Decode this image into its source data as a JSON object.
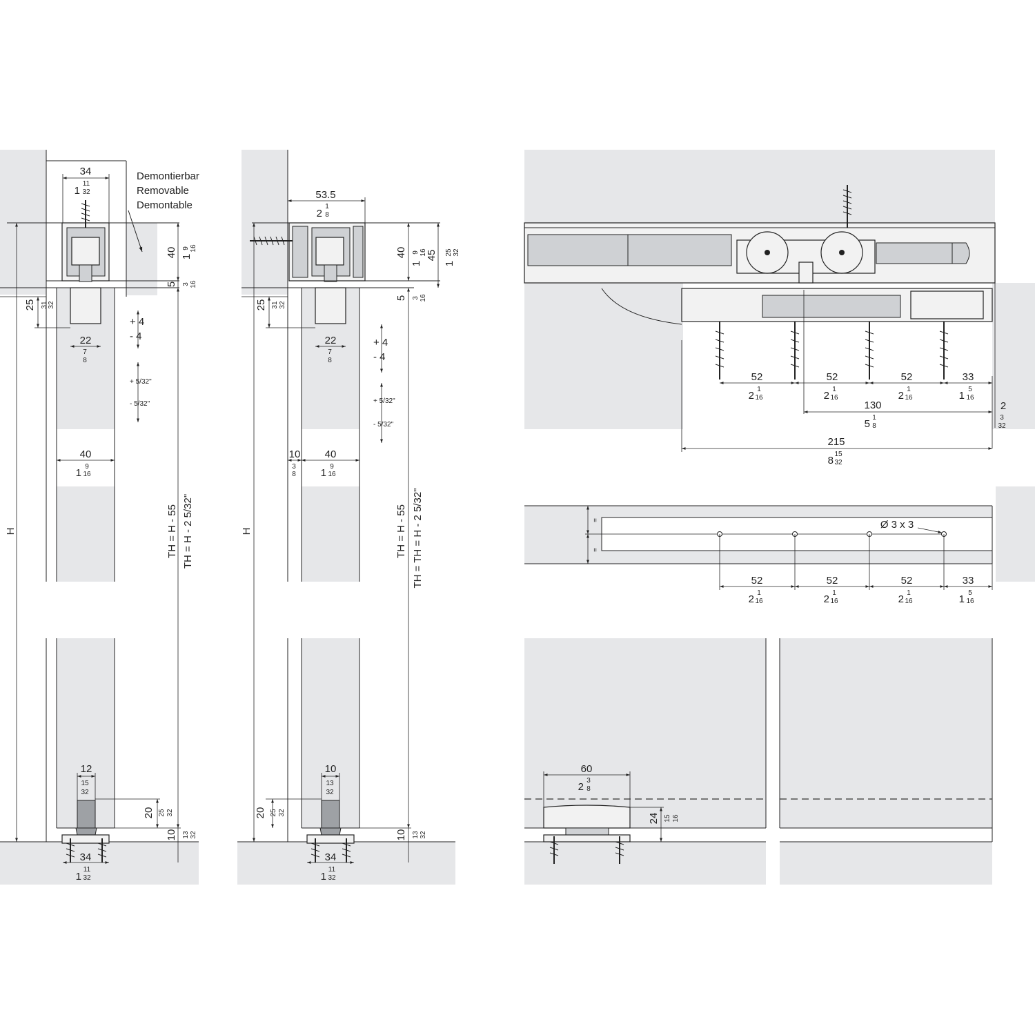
{
  "removable_labels": [
    "Demontierbar",
    "Removable",
    "Demontable"
  ],
  "height_label": "H",
  "left_view": {
    "top_width": {
      "mm": "34",
      "inch": "1",
      "num": "11",
      "den": "32"
    },
    "track_height": {
      "mm": "40",
      "inch": "1",
      "num": "9",
      "den": "16"
    },
    "gap": {
      "mm": "5",
      "inch": "",
      "num": "3",
      "den": "16"
    },
    "guide_depth": {
      "mm": "25",
      "inch": "",
      "num": "31",
      "den": "32"
    },
    "guide_width": {
      "mm": "22",
      "inch": "",
      "num": "7",
      "den": "8"
    },
    "adjust_mm_plus": "+ 4",
    "adjust_mm_minus": "- 4",
    "adjust_in_plus": "+ 5/32\"",
    "adjust_in_minus": "- 5/32\"",
    "door_width": {
      "mm": "40",
      "inch": "1",
      "num": "9",
      "den": "16"
    },
    "th_mm": "TH = H - 55",
    "th_in": "TH = H - 2 5/32\"",
    "floor_guide_width": {
      "mm": "12",
      "inch": "",
      "num": "15",
      "den": "32"
    },
    "floor_guide_height": {
      "mm": "20",
      "inch": "",
      "num": "25",
      "den": "32"
    },
    "floor_gap": {
      "mm": "10",
      "inch": "",
      "num": "13",
      "den": "32"
    },
    "floor_base": {
      "mm": "34",
      "inch": "1",
      "num": "11",
      "den": "32"
    }
  },
  "middle_view": {
    "track_width": {
      "mm": "53.5",
      "inch": "2",
      "num": "1",
      "den": "8"
    },
    "track_height": {
      "mm": "40",
      "inch": "1",
      "num": "9",
      "den": "16"
    },
    "total_height": {
      "mm": "45",
      "inch": "1",
      "num": "25",
      "den": "32"
    },
    "gap": {
      "mm": "5",
      "inch": "",
      "num": "3",
      "den": "16"
    },
    "guide_depth": {
      "mm": "25",
      "inch": "",
      "num": "31",
      "den": "32"
    },
    "guide_width": {
      "mm": "22",
      "inch": "",
      "num": "7",
      "den": "8"
    },
    "adjust_mm_plus": "+ 4",
    "adjust_mm_minus": "- 4",
    "adjust_in_plus": "+ 5/32\"",
    "adjust_in_minus": "- 5/32\"",
    "wall_gap": {
      "mm": "10",
      "inch": "",
      "num": "3",
      "den": "8"
    },
    "door_width": {
      "mm": "40",
      "inch": "1",
      "num": "9",
      "den": "16"
    },
    "th_mm": "TH = H - 55",
    "th_in": "TH = TH = H - 2 5/32\"",
    "floor_guide_width": {
      "mm": "10",
      "inch": "",
      "num": "13",
      "den": "32"
    },
    "floor_guide_height": {
      "mm": "20",
      "inch": "",
      "num": "25",
      "den": "32"
    },
    "floor_gap": {
      "mm": "10",
      "inch": "",
      "num": "13",
      "den": "32"
    },
    "floor_base": {
      "mm": "34",
      "inch": "1",
      "num": "11",
      "den": "32"
    }
  },
  "side_view": {
    "spacings": [
      {
        "mm": "52",
        "inch": "2",
        "num": "1",
        "den": "16"
      },
      {
        "mm": "52",
        "inch": "2",
        "num": "1",
        "den": "16"
      },
      {
        "mm": "52",
        "inch": "2",
        "num": "1",
        "den": "16"
      },
      {
        "mm": "33",
        "inch": "1",
        "num": "5",
        "den": "16"
      }
    ],
    "span_130": {
      "mm": "130",
      "inch": "5",
      "num": "1",
      "den": "8"
    },
    "offset_2": {
      "mm": "2",
      "inch": "",
      "num": "3",
      "den": "32"
    },
    "total_215": {
      "mm": "215",
      "inch": "8",
      "num": "15",
      "den": "32"
    }
  },
  "hole_view": {
    "equal_mark": "=",
    "hole_spec": "Ø 3 x 3",
    "spacings": [
      {
        "mm": "52",
        "inch": "2",
        "num": "1",
        "den": "16"
      },
      {
        "mm": "52",
        "inch": "2",
        "num": "1",
        "den": "16"
      },
      {
        "mm": "52",
        "inch": "2",
        "num": "1",
        "den": "16"
      },
      {
        "mm": "33",
        "inch": "1",
        "num": "5",
        "den": "16"
      }
    ]
  },
  "floor_view": {
    "guide_length": {
      "mm": "60",
      "inch": "2",
      "num": "3",
      "den": "8"
    },
    "guide_height": {
      "mm": "24",
      "inch": "",
      "num": "15",
      "den": "16"
    }
  }
}
